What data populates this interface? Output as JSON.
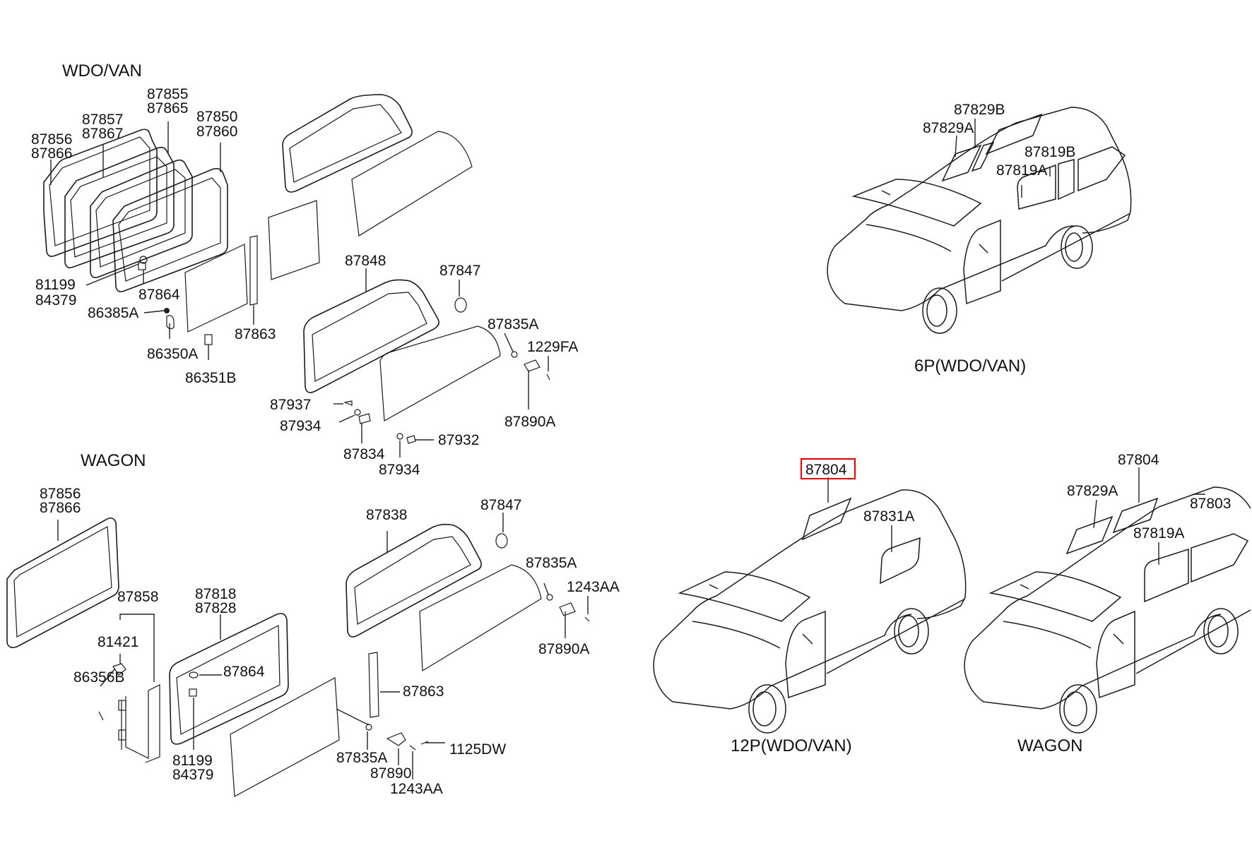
{
  "sections": {
    "wdo_van": "WDO/VAN",
    "wagon": "WAGON"
  },
  "wdo_van_parts": {
    "p87856": "87856",
    "p87866": "87866",
    "p87857": "87857",
    "p87867": "87867",
    "p87855": "87855",
    "p87865": "87865",
    "p87850": "87850",
    "p87860": "87860",
    "p81199": "81199",
    "p84379": "84379",
    "p87864": "87864",
    "p86385A": "86385A",
    "p86350A": "86350A",
    "p86351B": "86351B",
    "p87863": "87863",
    "p87848": "87848",
    "p87847": "87847",
    "p87835A": "87835A",
    "p1229FA": "1229FA",
    "p87890A": "87890A",
    "p87937": "87937",
    "p87934a": "87934",
    "p87834": "87834",
    "p87934b": "87934",
    "p87932": "87932"
  },
  "wagon_parts": {
    "p87856": "87856",
    "p87866": "87866",
    "p87858": "87858",
    "p81421": "81421",
    "p86356B": "86356B",
    "p87818": "87818",
    "p87828": "87828",
    "p87864": "87864",
    "p81199": "81199",
    "p84379": "84379",
    "p87838": "87838",
    "p87847": "87847",
    "p87835A": "87835A",
    "p1243AA": "1243AA",
    "p87890A": "87890A",
    "p87863": "87863",
    "p87835A_b": "87835A",
    "p87890": "87890",
    "p1125DW": "1125DW",
    "p1243AA_b": "1243AA"
  },
  "vehicles": {
    "v6p": {
      "caption": "6P(WDO/VAN)",
      "p87829B": "87829B",
      "p87829A": "87829A",
      "p87819B": "87819B",
      "p87819A": "87819A"
    },
    "v12p": {
      "caption": "12P(WDO/VAN)",
      "p87804": "87804",
      "p87831A": "87831A"
    },
    "wagon": {
      "caption": "WAGON",
      "p87804": "87804",
      "p87829A": "87829A",
      "p87803": "87803",
      "p87819A": "87819A"
    }
  },
  "highlight": {
    "part": "87804",
    "color": "#e00000"
  }
}
